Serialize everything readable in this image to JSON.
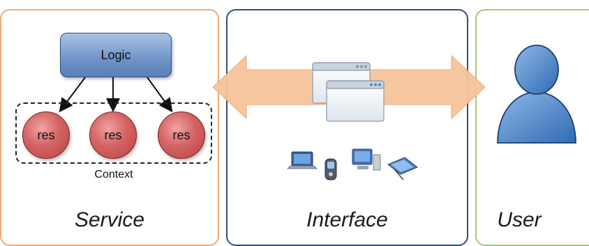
{
  "diagram": {
    "service": {
      "title": "Service",
      "border_color": "#f0a870"
    },
    "interface": {
      "title": "Interface",
      "border_color": "#2f4f7a"
    },
    "user": {
      "title": "User",
      "border_color": "#a8c878"
    },
    "logic_label": "Logic",
    "resources": [
      "res",
      "res",
      "res"
    ],
    "context_label": "Context",
    "arrow_color": "#f6c49a",
    "person_color": "#4f86c6",
    "icons": [
      "window-icon",
      "window-icon",
      "laptop-icon",
      "phone-icon",
      "desktop-icon",
      "tablet-icon",
      "user-icon"
    ]
  }
}
